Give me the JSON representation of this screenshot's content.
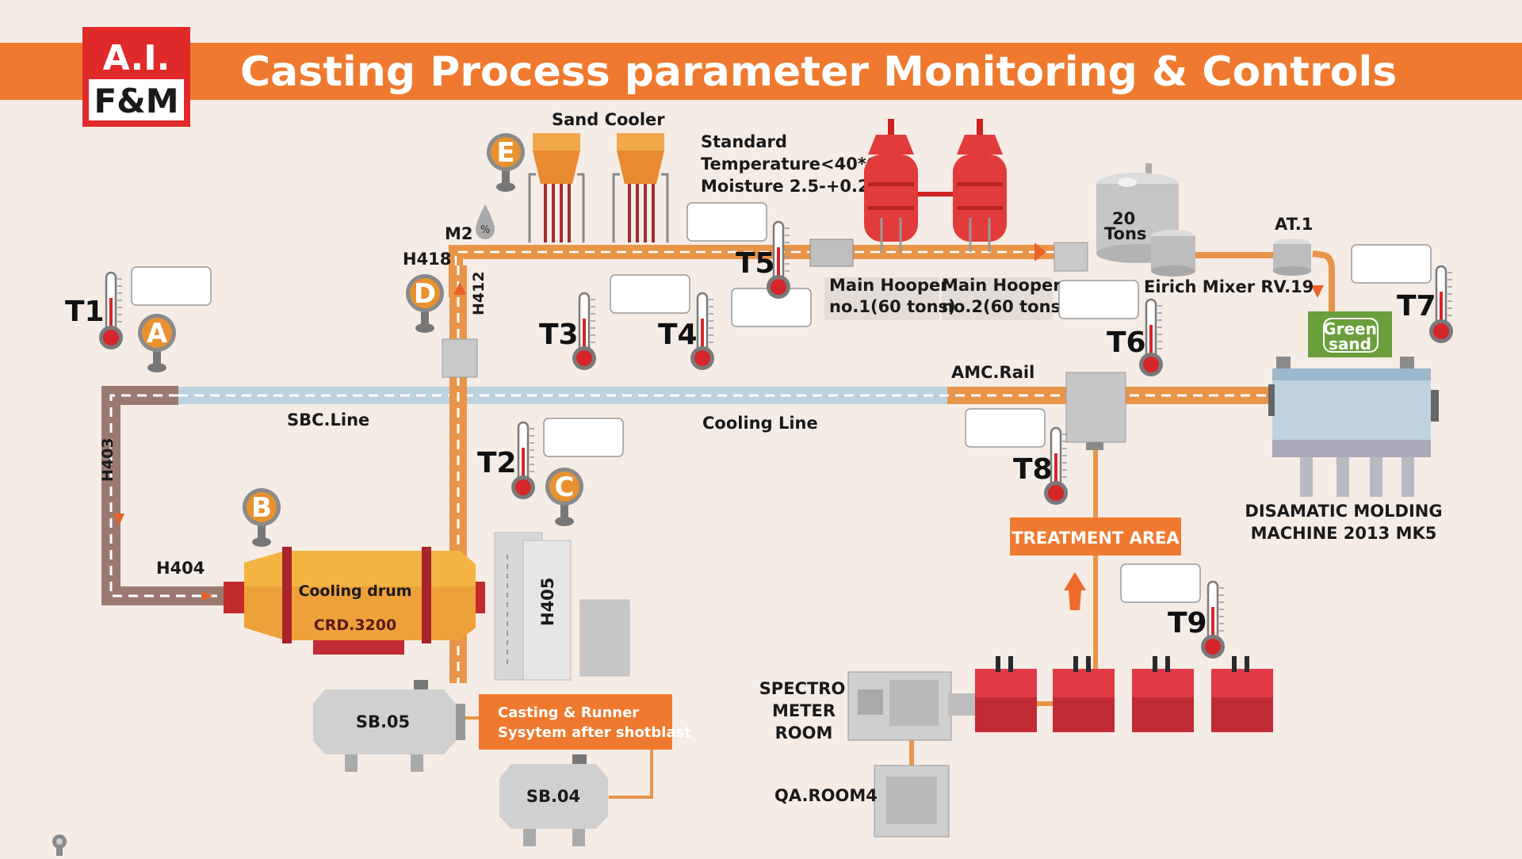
{
  "logo": {
    "line1": "A.I.",
    "line2": "F&M"
  },
  "header": {
    "title": "Casting Process parameter Monitoring & Controls"
  },
  "labels": {
    "sand_cooler": "Sand Cooler",
    "standard": "Standard",
    "temperature": "Temperature<40*C",
    "moisture": "Moisture 2.5-+0.2%",
    "m2": "M2",
    "percent": "%",
    "h418": "H418",
    "h412": "H412",
    "h403": "H403",
    "h404": "H404",
    "h405": "H405",
    "sbc_line": "SBC.Line",
    "cooling_line": "Cooling Line",
    "amc_rail": "AMC.Rail",
    "hopper1_a": "Main Hooper",
    "hopper1_b": "no.1(60 tons)",
    "hopper2_a": "Main Hooper",
    "hopper2_b": "no.2(60 tons)",
    "tons_a": "20",
    "tons_b": "Tons",
    "eirich": "Eirich Mixer RV.19",
    "at1": "AT.1",
    "green_a": "Green",
    "green_b": "sand",
    "disamatic_a": "DISAMATIC MOLDING",
    "disamatic_b": "MACHINE 2013 MK5",
    "treatment": "TREATMENT AREA",
    "cooling_drum": "Cooling drum",
    "crd": "CRD.3200",
    "sb05": "SB.05",
    "sb04": "SB.04",
    "casting_a": "Casting & Runner",
    "casting_b": "Sysytem after shotblast",
    "spectro_a": "SPECTRO",
    "spectro_b": "METER",
    "spectro_c": "ROOM",
    "qa": "QA.ROOM4"
  },
  "sensors": [
    "A",
    "B",
    "C",
    "D",
    "E"
  ],
  "thermometers": [
    "T1",
    "T2",
    "T3",
    "T4",
    "T5",
    "T6",
    "T7",
    "T8",
    "T9"
  ],
  "colors": {
    "header": "#ef7a2f",
    "logo_red": "#e02a2a",
    "sensor": "#e8922f",
    "hopper": "#e23b3b",
    "belt": "#e8954a",
    "green": "#6a9f3c"
  }
}
